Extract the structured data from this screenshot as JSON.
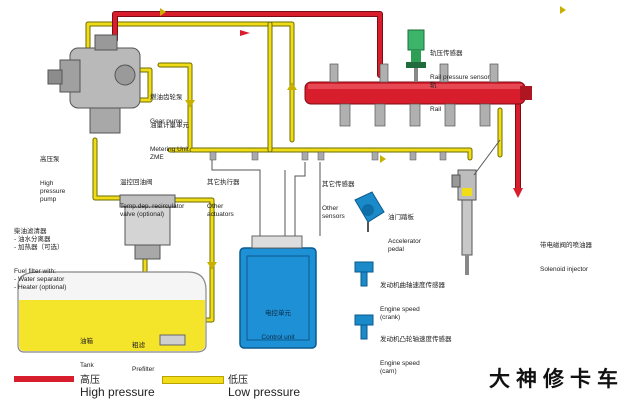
{
  "labels": {
    "high_pressure_pump": {
      "zh": "高压泵",
      "en": "High\npressure\npump"
    },
    "gear_pump": {
      "zh": "燃油齿轮泵",
      "en": "Gear pump"
    },
    "metering_unit": {
      "zh": "油量计量单元",
      "en": "Metering Unit\nZME"
    },
    "temp_valve": {
      "zh": "温控回油阀",
      "en": "Temp.dep. recirculator\nvalve (optional)"
    },
    "other_actuators": {
      "zh": "其它执行器",
      "en": "Other\nactuators"
    },
    "other_sensors": {
      "zh": "其它传感器",
      "en": "Other\nsensors"
    },
    "rail_pressure_sensor": {
      "zh": "轨压传感器",
      "en": "Rail pressure sensor"
    },
    "rail": {
      "zh": "轨",
      "en": "Rail"
    },
    "fuel_filter": {
      "zh": "柴油滤清器\n- 油水分离器\n- 加热器（可选）",
      "en": "Fuel filter with:\n- Water separator\n- Heater (optional)"
    },
    "accelerator_pedal": {
      "zh": "油门踏板",
      "en": "Accelerator\npedal"
    },
    "solenoid_injector": {
      "zh": "带电磁阀的喷油器",
      "en": "Solenoid injector"
    },
    "engine_speed_crank": {
      "zh": "发动机曲轴速度传感器",
      "en": "Engine speed\n(crank)"
    },
    "engine_speed_cam": {
      "zh": "发动机凸轮轴速度传感器",
      "en": "Engine speed\n(cam)"
    },
    "control_unit": {
      "zh": "电控单元",
      "en": "Control unit"
    },
    "tank": {
      "zh": "油箱",
      "en": "Tank"
    },
    "prefilter": {
      "zh": "粗滤",
      "en": "Prefilter"
    }
  },
  "legend": {
    "high": {
      "zh": "高压",
      "en": "High pressure",
      "color": "#d81e2c"
    },
    "low": {
      "zh": "低压",
      "en": "Low pressure",
      "color": "#f2dc18"
    }
  },
  "watermark": "大神修卡车",
  "colors": {
    "high_pressure": "#d81e2c",
    "low_pressure": "#f2dc18",
    "control_unit": "#1e90d6",
    "sensor": "#1a8bc8",
    "tank_fuel": "#f5e52a",
    "sensor_valve": "#3cb56b"
  },
  "icons": [
    "pump-icon",
    "filter-icon",
    "injector-icon",
    "pedal-icon",
    "sensor-icon",
    "arrow-icon"
  ]
}
